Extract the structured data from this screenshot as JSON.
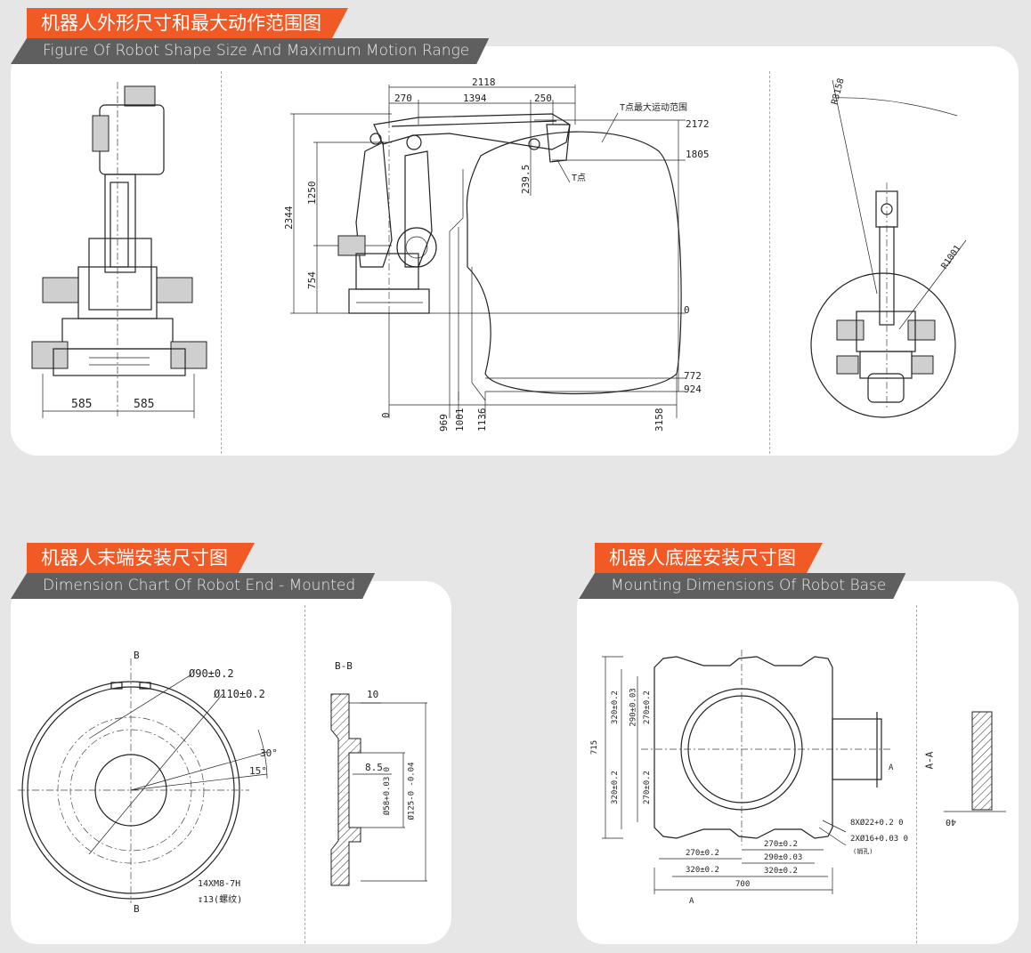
{
  "section1": {
    "title_zh": "机器人外形尺寸和最大动作范围图",
    "title_en": "Figure Of Robot Shape Size And Maximum Motion Range",
    "front": {
      "left": "585",
      "right": "585"
    },
    "side": {
      "top_total": "2118",
      "top_a": "270",
      "top_b": "1394",
      "top_c": "250",
      "range_label": "T点最大运动范围",
      "t_point": "T点",
      "h_total": "2344",
      "h_upper": "1250",
      "h_lower": "754",
      "h_t": "239.5",
      "r_2172": "2172",
      "r_1805": "1805",
      "r_0": "0",
      "r_772": "772",
      "r_924": "924",
      "b_0": "0",
      "b_969": "969",
      "b_1001": "1001",
      "b_1136": "1136",
      "b_3158": "3158"
    },
    "top": {
      "r_outer": "R3158",
      "r_inner": "R1001"
    }
  },
  "section2": {
    "title_zh": "机器人末端安装尺寸图",
    "title_en": "Dimension Chart Of Robot End - Mounted",
    "flange": {
      "sec_b": "B",
      "d90": "Ø90±0.2",
      "d110": "Ø110±0.2",
      "a30": "30°",
      "a15": "15°",
      "holes": "14XM8-7H",
      "depth": "↧13(螺纹)"
    },
    "section": {
      "title": "B-B",
      "t10": "10",
      "t85": "8.5",
      "d58": "Ø58+0.03 0",
      "d125": "Ø125-0 -0.04"
    }
  },
  "section3": {
    "title_zh": "机器人底座安装尺寸图",
    "title_en": "Mounting Dimensions Of Robot Base",
    "base": {
      "v715": "715",
      "v320a": "320±0.2",
      "v290": "290±0.03",
      "v270a": "270±0.2",
      "v320b": "320±0.2",
      "v270b": "270±0.2",
      "h270l": "270±0.2",
      "h270r": "270±0.2",
      "h290": "290±0.03",
      "h320l": "320±0.2",
      "h320r": "320±0.2",
      "h700": "700",
      "holes1": "8XØ22+0.2 0",
      "holes2": "2XØ16+0.03 0",
      "pin": "(销孔)",
      "sec": "A",
      "aa": "A-A",
      "t40": "40"
    }
  }
}
